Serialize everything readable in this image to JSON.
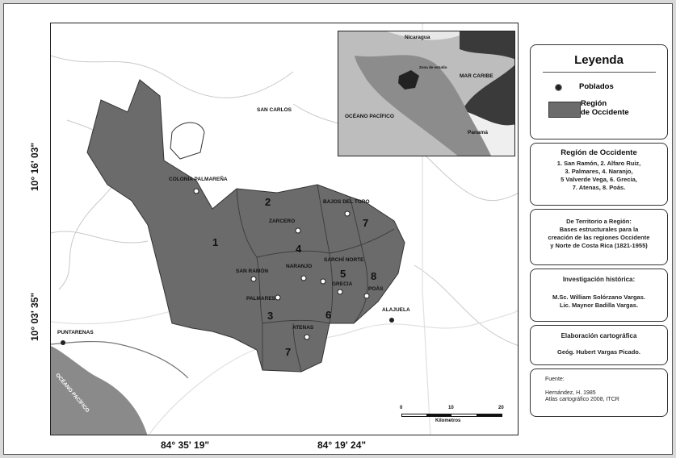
{
  "coords": {
    "left_top": "10° 16' 03\"",
    "left_bottom": "10° 03' 35\"",
    "bottom_left": "84° 35' 19\"",
    "bottom_right": "84° 19' 24\""
  },
  "map": {
    "places": [
      "SAN CARLOS",
      "COLONIA PALMAREÑA",
      "BAJOS DEL TORO",
      "ZARCERO",
      "NARANJO",
      "SARCHÍ NORTE",
      "SAN RAMÓN",
      "PALMARES",
      "GRECIA",
      "POÁS",
      "ATENAS",
      "ALAJUELA",
      "PUNTARENAS"
    ],
    "ocean": "OCÉANO PACÍFICO",
    "regions": [
      "1",
      "2",
      "3",
      "4",
      "5",
      "6",
      "7",
      "7",
      "8"
    ],
    "region_color": "#6b6b6b"
  },
  "inset": {
    "nicaragua": "Nicaragua",
    "mar_caribe": "MAR CARIBE",
    "oceano": "OCÉANO PACÍFICO",
    "panama": "Panamá",
    "zona": "Zona de estudio"
  },
  "scale": {
    "t0": "0",
    "t10": "10",
    "t20": "20",
    "unit": "Kilometros"
  },
  "legend": {
    "title": "Leyenda",
    "poblados": "Poblados",
    "region_l1": "Región",
    "region_l2": "de Occidente"
  },
  "panel_region": {
    "title": "Región de Occidente",
    "l1": "1. San Ramón, 2. Alfaro Ruiz,",
    "l2": "3. Palmares, 4. Naranjo,",
    "l3": "5 Valverde Vega, 6. Grecia,",
    "l4": "7. Atenas, 8. Poás."
  },
  "panel_book": {
    "l1": "De Territorio a Región:",
    "l2": "Bases estructurales para la",
    "l3": "creación de las regiones Occidente",
    "l4": "y Norte de Costa Rica (1821-1955)"
  },
  "panel_inv": {
    "title": "Investigación histórica:",
    "l1": "M.Sc. William Solórzano Vargas.",
    "l2": "Lic. Maynor Badilla Vargas."
  },
  "panel_carto": {
    "title": "Elaboración cartográfica",
    "l1": "Geóg. Hubert Vargas Picado."
  },
  "panel_fuente": {
    "title": "Fuente:",
    "l1": "Hernández, H. 1985",
    "l2": "Atlas cartográfico 2008, ITCR"
  }
}
